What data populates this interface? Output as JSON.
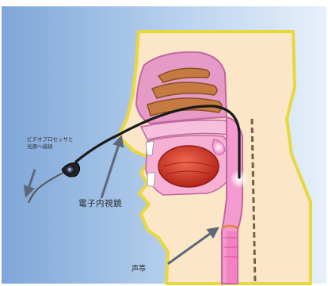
{
  "labels": {
    "video_line1": "ビデオプロセッサと",
    "video_line2": "光源へ接続",
    "endoscope": "電子内視鏡",
    "vocal_cords": "声帯"
  },
  "colors": {
    "background_blue": "#aac8ea",
    "head_fill": "#fbe7c8",
    "head_outline": "#e8d840",
    "nasal_cavity": "#e59ac8",
    "turbinate": "#c47a40",
    "pharynx_pink": "#f39ad0",
    "tongue_red": "#d2362a",
    "endoscope_line": "#1a1a1a",
    "arrow_gray": "#6a7585"
  }
}
